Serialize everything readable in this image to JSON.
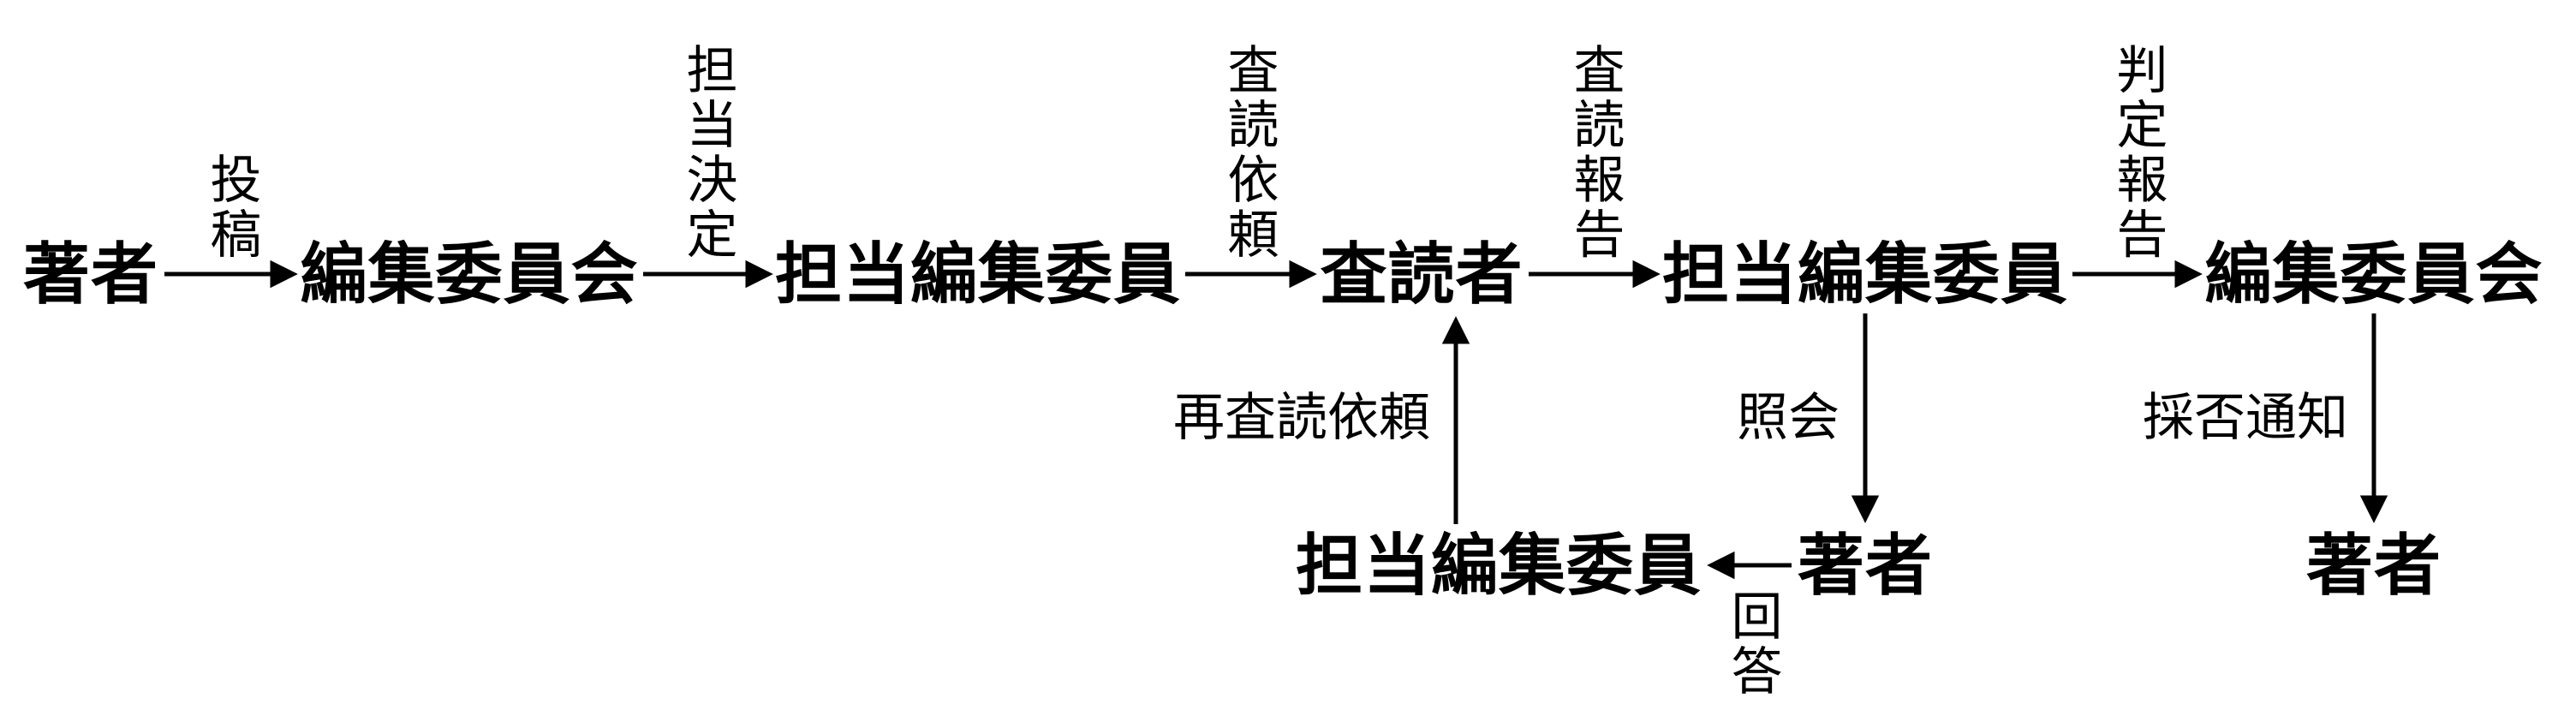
{
  "colors": {
    "ink": "#000000",
    "background": "#ffffff"
  },
  "diagram": {
    "type": "flowchart",
    "nodes": [
      {
        "id": "author-1",
        "label": "著者"
      },
      {
        "id": "editorial-committee-1",
        "label": "編集委員会"
      },
      {
        "id": "assigned-editor-1",
        "label": "担当編集委員"
      },
      {
        "id": "reviewer",
        "label": "査読者"
      },
      {
        "id": "assigned-editor-2",
        "label": "担当編集委員"
      },
      {
        "id": "editorial-committee-2",
        "label": "編集委員会"
      },
      {
        "id": "author-2",
        "label": "著者"
      },
      {
        "id": "assigned-editor-3",
        "label": "担当編集委員"
      },
      {
        "id": "author-3",
        "label": "著者"
      }
    ],
    "edges": [
      {
        "from": "author-1",
        "to": "editorial-committee-1",
        "direction": "right",
        "label": "投稿"
      },
      {
        "from": "editorial-committee-1",
        "to": "assigned-editor-1",
        "direction": "right",
        "label": "担当決定"
      },
      {
        "from": "assigned-editor-1",
        "to": "reviewer",
        "direction": "right",
        "label": "査読依頼"
      },
      {
        "from": "reviewer",
        "to": "assigned-editor-2",
        "direction": "right",
        "label": "査読報告"
      },
      {
        "from": "assigned-editor-2",
        "to": "editorial-committee-2",
        "direction": "right",
        "label": "判定報告"
      },
      {
        "from": "assigned-editor-2",
        "to": "author-2",
        "direction": "down",
        "label": "照会"
      },
      {
        "from": "editorial-committee-2",
        "to": "author-3",
        "direction": "down",
        "label": "採否通知"
      },
      {
        "from": "author-2",
        "to": "assigned-editor-3",
        "direction": "left",
        "label": "回答"
      },
      {
        "from": "assigned-editor-3",
        "to": "reviewer",
        "direction": "up",
        "label": "再査読依頼"
      }
    ]
  }
}
